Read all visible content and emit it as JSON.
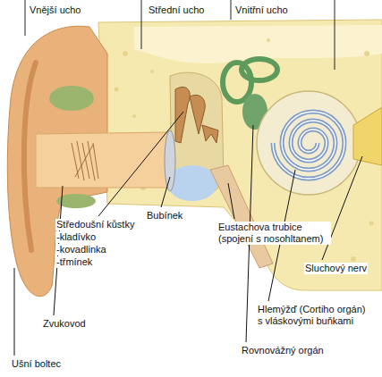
{
  "diagram": {
    "labels": [
      "Vnější ucho",
      "Střední ucho",
      "Vnitřní ucho",
      "Středoušní kůstky",
      "-kladívko",
      "-kovadlinka",
      "-třmínek",
      "Bubínek",
      "Eustachova trubice (spojení s nosohltanem)",
      "Sluchový nerv",
      "Hlemýžď (Cortiho orgán) s vláskovými buňkami",
      "Rovnovážný orgán",
      "Zvukovod",
      "Ušní boltec"
    ]
  }
}
